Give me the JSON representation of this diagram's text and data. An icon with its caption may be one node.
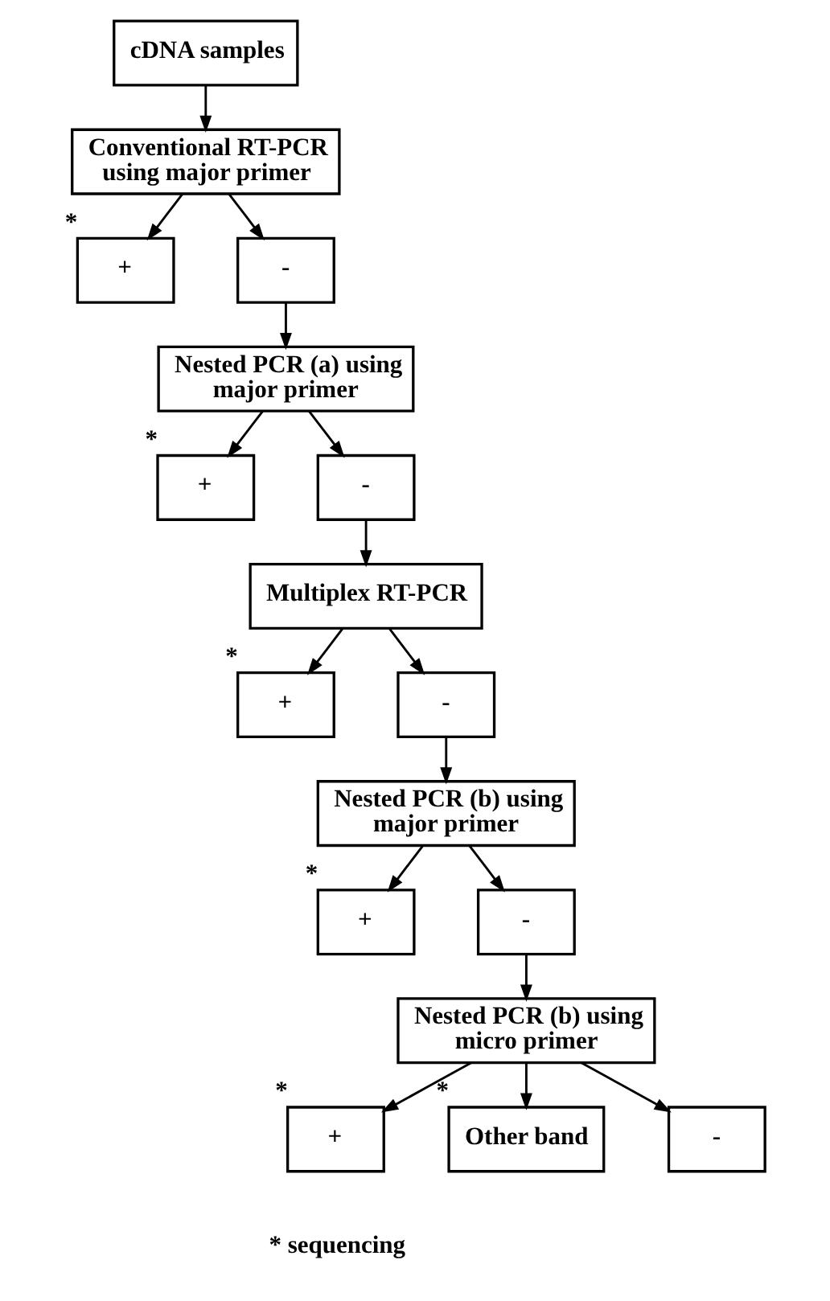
{
  "diagram": {
    "nodes": [
      {
        "text": [
          "cDNA samples"
        ]
      },
      {
        "text": [
          "Conventional RT-PCR using major primer"
        ]
      },
      {
        "text": [
          "+"
        ],
        "beside": [
          "*"
        ]
      },
      {
        "text": [
          "-"
        ]
      },
      {
        "text": [
          "Nested PCR (a) using major primer"
        ]
      },
      {
        "text": [
          "+"
        ],
        "beside": [
          "*"
        ]
      },
      {
        "text": [
          "-"
        ]
      },
      {
        "text": [
          "Multiplex RT-PCR"
        ]
      },
      {
        "text": [
          "+"
        ],
        "beside": [
          "*"
        ]
      },
      {
        "text": [
          "-"
        ]
      },
      {
        "text": [
          "Nested PCR (b) using major primer"
        ]
      },
      {
        "text": [
          "+"
        ],
        "beside": [
          "*"
        ]
      },
      {
        "text": [
          "-"
        ]
      },
      {
        "text": [
          "Nested PCR (b) using micro primer"
        ]
      },
      {
        "text": [
          "+"
        ],
        "beside": [
          "*"
        ]
      },
      {
        "text": [
          "Other band"
        ],
        "beside": [
          "*"
        ]
      },
      {
        "text": [
          "-"
        ]
      }
    ],
    "edges": [
      {
        "from": 0,
        "to": 1,
        "arrow": "to"
      },
      {
        "from": 1,
        "to": 2,
        "arrow": "to"
      },
      {
        "from": 1,
        "to": 3,
        "arrow": "to"
      },
      {
        "from": 3,
        "to": 4,
        "arrow": "to"
      },
      {
        "from": 4,
        "to": 5,
        "arrow": "to"
      },
      {
        "from": 4,
        "to": 6,
        "arrow": "to"
      },
      {
        "from": 6,
        "to": 7,
        "arrow": "to"
      },
      {
        "from": 7,
        "to": 8,
        "arrow": "to"
      },
      {
        "from": 7,
        "to": 9,
        "arrow": "to"
      },
      {
        "from": 9,
        "to": 10,
        "arrow": "to"
      },
      {
        "from": 10,
        "to": 11,
        "arrow": "to"
      },
      {
        "from": 10,
        "to": 12,
        "arrow": "to"
      },
      {
        "from": 12,
        "to": 13,
        "arrow": "to"
      },
      {
        "from": 13,
        "to": 14,
        "arrow": "to"
      },
      {
        "from": 13,
        "to": 15,
        "arrow": "to"
      },
      {
        "from": 13,
        "to": 16,
        "arrow": "to"
      }
    ],
    "labels": [
      "* sequencing"
    ]
  }
}
